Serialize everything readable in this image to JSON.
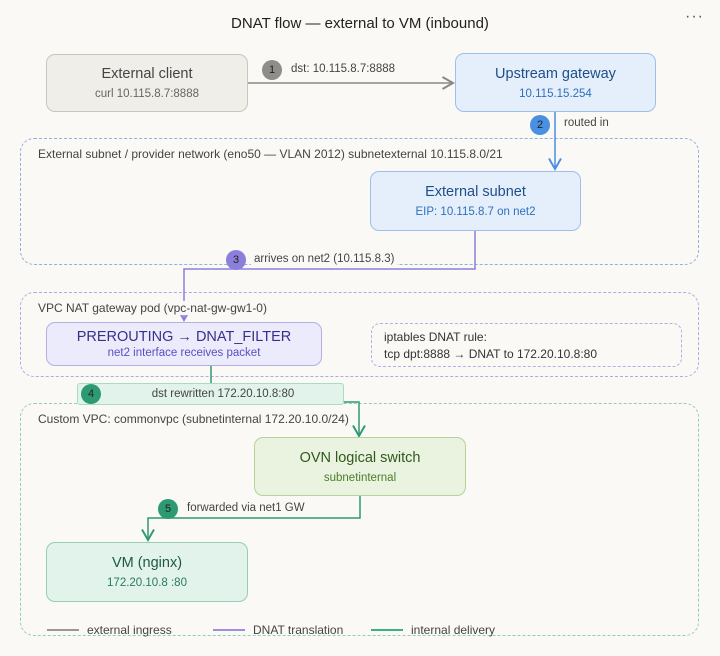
{
  "title": "DNAT flow — external to VM (inbound)",
  "menu_icon": "more-horizontal-icon",
  "groups": {
    "external": "External subnet / provider network (eno50 — VLAN 2012) subnetexternal 10.115.8.0/21",
    "natpod": "VPC NAT gateway pod (vpc-nat-gw-gw1-0)",
    "vpc": "Custom VPC: commonvpc (subnetinternal 172.20.10.0/24)"
  },
  "nodes": {
    "client": {
      "title": "External client",
      "sub": "curl 10.115.8.7:8888"
    },
    "upstream": {
      "title": "Upstream gateway",
      "sub": "10.115.15.254"
    },
    "extsubnet": {
      "title": "External subnet",
      "sub": "EIP: 10.115.8.7 on net2"
    },
    "prerouting": {
      "title": "PREROUTING → DNAT_FILTER",
      "sub": "net2 interface receives packet"
    },
    "rule": {
      "line1": "iptables DNAT rule:",
      "line2": "tcp dpt:8888 → DNAT to 172.20.10.8:80"
    },
    "ovn": {
      "title": "OVN logical switch",
      "sub": "subnetinternal"
    },
    "vm": {
      "title": "VM (nginx)",
      "sub": "172.20.10.8 :80"
    }
  },
  "edges": [
    {
      "step": "1",
      "label": "dst: 10.115.8.7:8888"
    },
    {
      "step": "2",
      "label": "routed in"
    },
    {
      "step": "3",
      "label": "arrives on net2 (10.115.8.3)"
    },
    {
      "step": "4",
      "label": "dst rewritten 172.20.10.8:80"
    },
    {
      "step": "5",
      "label": "forwarded via net1 GW"
    }
  ],
  "legend": [
    {
      "label": "external ingress",
      "color": "#9a9893"
    },
    {
      "label": "DNAT translation",
      "color": "#9d8fe0"
    },
    {
      "label": "internal delivery",
      "color": "#3fae85"
    }
  ]
}
